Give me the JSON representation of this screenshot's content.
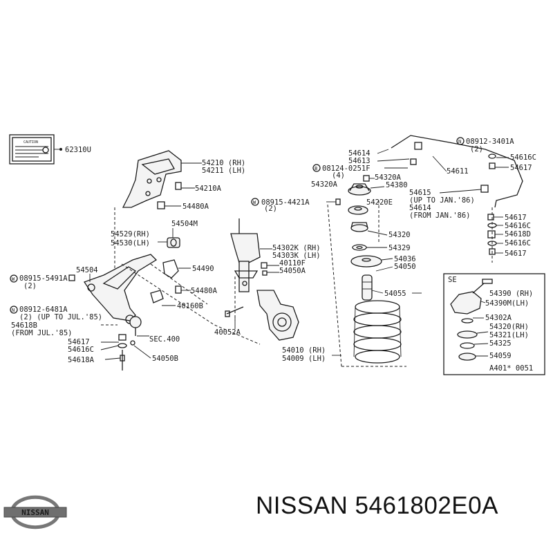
{
  "labels": {
    "caution": "CAUTION",
    "p62310U": "62310U",
    "p54210": "54210 (RH)",
    "p54211": "54211 (LH)",
    "p54210A": "54210A",
    "p54480A_top": "54480A",
    "p54504M": "54504M",
    "p54529": "54529(RH)",
    "p54530": "54530(LH)",
    "p54490": "54490",
    "p54504": "54504",
    "bolt08915_5491A": "08915-5491A",
    "qty2_a": "(2)",
    "p54480A_mid": "54480A",
    "p40160B": "40160B",
    "bolt08912_6481A": "08912-6481A",
    "up_to_jul85": "(2) (UP TO JUL.'85)",
    "p54618B": "54618B",
    "from_jul85": "(FROM JUL.'85)",
    "p54617_left": "54617",
    "p54616C_left": "54616C",
    "p54618A": "54618A",
    "sec400": "SEC.400",
    "p54050B": "54050B",
    "bolt08915_4421A": "08915-4421A",
    "qty2_b": "(2)",
    "p54302K": "54302K (RH)",
    "p54303K": "54303K (LH)",
    "p40110F": "40110F",
    "p54050A": "54050A",
    "p40052A": "40052A",
    "p54010": "54010 (RH)",
    "p54009": "54009 (LH)",
    "p54614_top": "54614",
    "p54613": "54613",
    "bolt08124": "08124-0251F",
    "qty4": "(4)",
    "p54320A_a": "54320A",
    "p54320A_b": "54320A",
    "p54380": "54380",
    "p54220E": "54220E",
    "p54320": "54320",
    "p54329": "54329",
    "p54036": "54036",
    "p54050": "54050",
    "p54055": "54055",
    "bolt08912_3401A": "08912-3401A",
    "qty2_c": "(2)",
    "p54616C_r1": "54616C",
    "p54617_r1": "54617",
    "p54611": "54611",
    "p54615": "54615",
    "up_to_jan86": "(UP TO JAN.'86)",
    "p54614_mid": "54614",
    "from_jan86": "(FROM JAN.'86)",
    "p54617_r2": "54617",
    "p54616C_r2": "54616C",
    "p54618D": "54618D",
    "p54616C_r3": "54616C",
    "p54617_r3": "54617",
    "se": "SE",
    "p54390": "54390  (RH)",
    "p54390M": "54390M(LH)",
    "p54302A": "54302A",
    "p54320RH": "54320(RH)",
    "p54321LH": "54321(LH)",
    "p54325": "54325",
    "p54059": "54059",
    "diagram_code": "A401* 0051"
  },
  "footer": {
    "brand_logo_text": "NISSAN",
    "title": "NISSAN 5461802E0A"
  }
}
